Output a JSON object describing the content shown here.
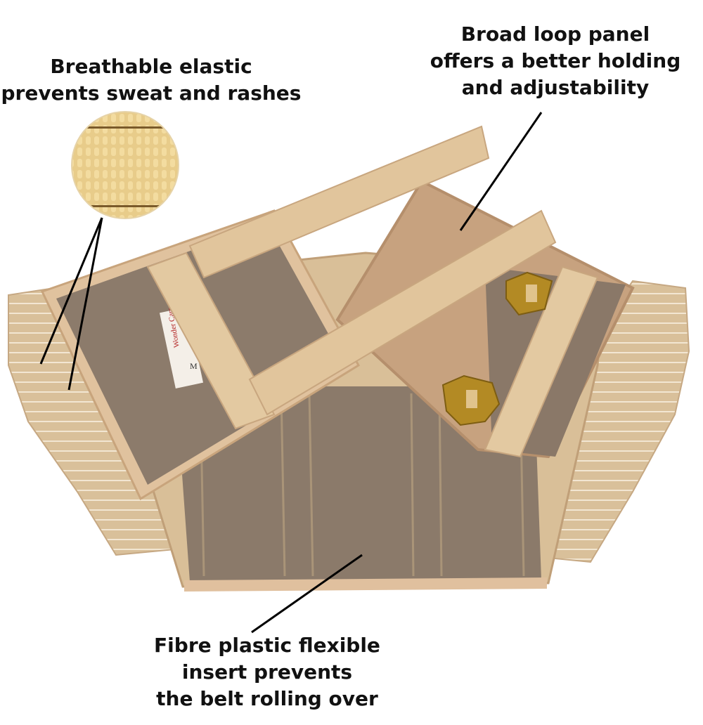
{
  "image": {
    "subject": "Beige elastic back support belt with product callouts",
    "colors": {
      "background": "#ffffff",
      "elastic": "#d8bf98",
      "panel": "#8a7868",
      "loop_panel": "#c7a27f",
      "strap": "#e3c9a1",
      "buckle": "#b38a24",
      "text": "#111111"
    }
  },
  "callouts": {
    "breathable": {
      "lines": [
        "Breathable elastic",
        "prevents sweat  and rashes"
      ]
    },
    "loop_panel": {
      "lines": [
        "Broad loop  panel",
        "offers a better holding",
        "and adjustability"
      ]
    },
    "insert": {
      "lines": [
        "Fibre plastic flexible",
        "insert prevents",
        "the belt rolling over"
      ]
    }
  },
  "label_tag": {
    "brand": "Wonder Care",
    "size": "M"
  }
}
